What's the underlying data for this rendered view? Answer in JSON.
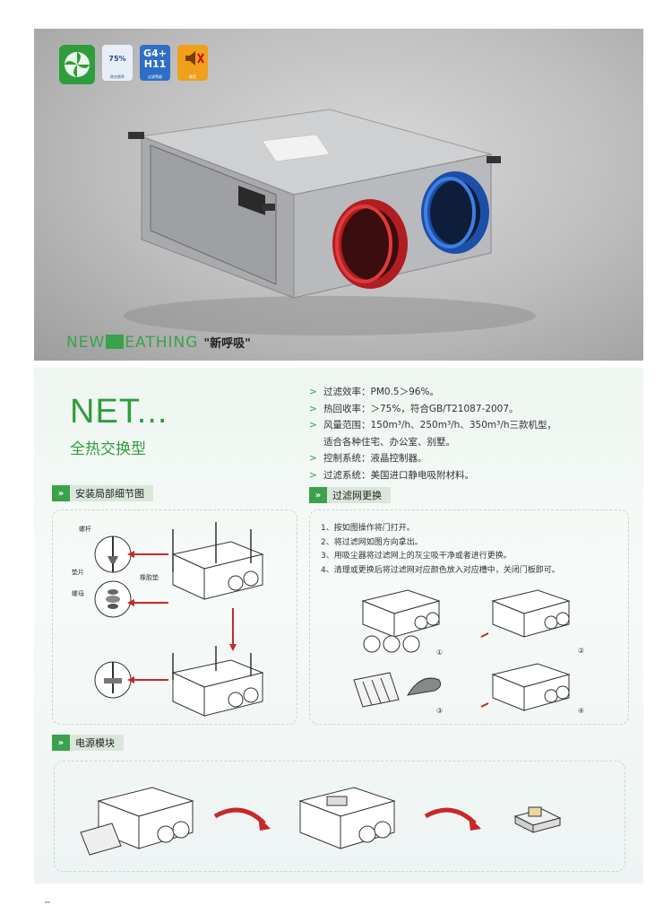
{
  "hero": {
    "badges": [
      {
        "name": "logo",
        "text": ""
      },
      {
        "name": "efficiency",
        "big": "75%",
        "cap": "热交换率"
      },
      {
        "name": "filter",
        "big": "G4+\nH11",
        "cap": "过滤等级"
      },
      {
        "name": "mute",
        "big": "",
        "cap": "静音"
      }
    ],
    "brand_left": "NEW",
    "brand_right": "EATHING",
    "brand_cn": "\"新呼吸\""
  },
  "product": {
    "title": "NET...",
    "subtitle": "全热交换型"
  },
  "specs": [
    {
      "text": "过滤效率：PM0.5＞96%。",
      "arrow": true
    },
    {
      "text": "热回收率：＞75%，符合GB/T21087-2007。",
      "arrow": true
    },
    {
      "text": "风量范围：150m³/h、250m³/h、350m³/h三款机型，",
      "arrow": true
    },
    {
      "text": "适合各种住宅、办公室、别墅。",
      "arrow": false
    },
    {
      "text": "控制系统：液晶控制器。",
      "arrow": true
    },
    {
      "text": "过滤系统：美国进口静电吸附材料。",
      "arrow": true
    }
  ],
  "sections": {
    "install": "安装局部细节图",
    "filter": "过滤网更换",
    "power": "电源模块"
  },
  "install_labels": {
    "rod": "螺杆",
    "washer": "垫片",
    "shock": "橡胶垫",
    "nut": "螺母"
  },
  "filter_steps": [
    "1、按如图操作将门打开。",
    "2、将过滤网如图方向拿出。",
    "3、用吸尘器将过滤网上的灰尘吸干净或者进行更换。",
    "4、清理或更换后将过滤网对应颜色放入对应槽中，关闭门板即可。"
  ],
  "step_numbers": [
    "①",
    "②",
    "③",
    "④"
  ],
  "colors": {
    "accent": "#3aa24a",
    "red": "#c8282a",
    "blue": "#1f5fc4"
  }
}
